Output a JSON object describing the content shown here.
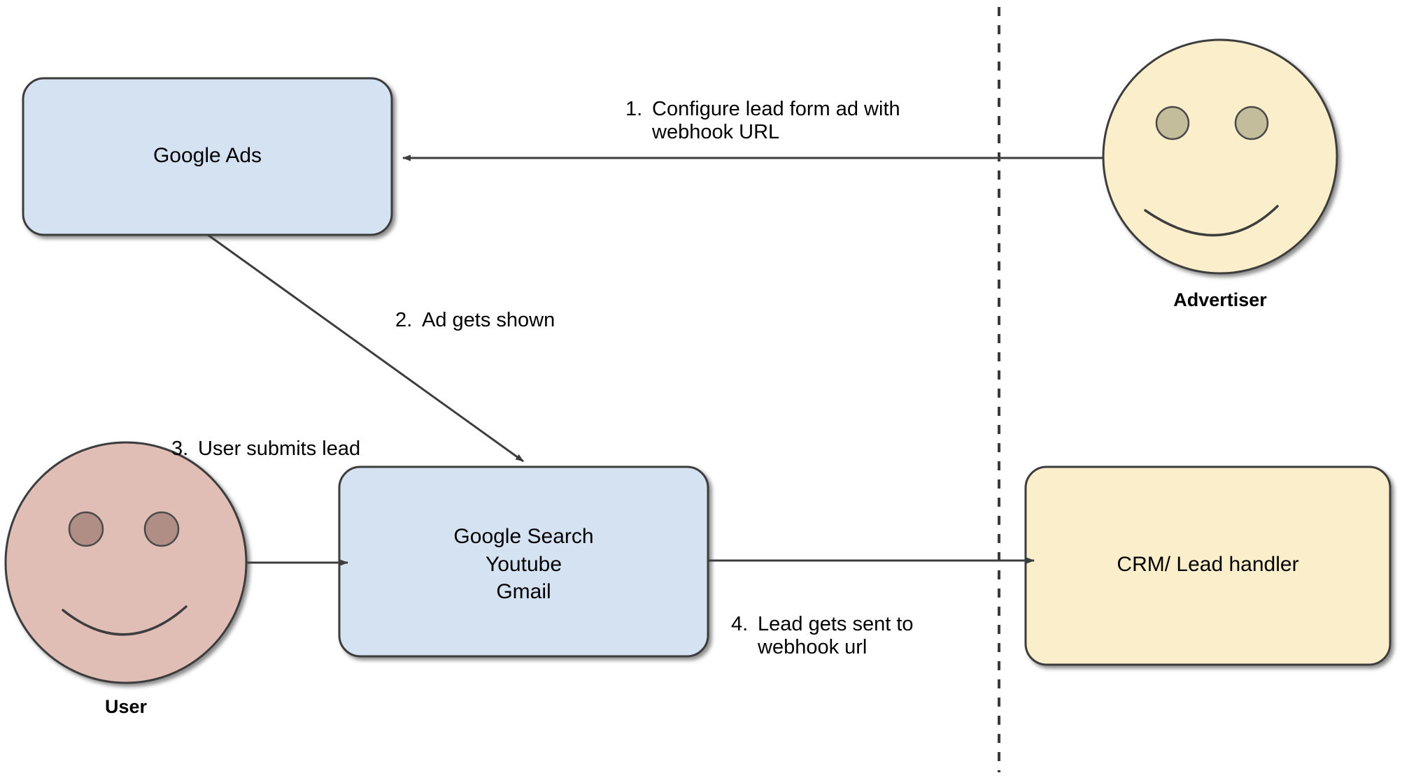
{
  "diagram": {
    "title": "Google Ads lead form webhook flow",
    "background": "#ffffff",
    "divider": {
      "name": "vertical-dashed-divider",
      "style": "dashed",
      "color": "#3a3a3a"
    },
    "colors": {
      "blue_fill": "#d4e2f1",
      "blue_stroke": "#3d3d3d",
      "cream_fill": "#fbeeca",
      "cream_stroke": "#3d3d3d",
      "face_pink_fill": "#e0bdb5",
      "face_pink_eye": "#b08d85",
      "face_cream_fill": "#fbeeca",
      "face_cream_eye": "#c3bd9c",
      "line": "#3d3d3d",
      "text": "#000000"
    }
  },
  "nodes": {
    "google_ads": {
      "label": "Google Ads",
      "shape": "rounded-rect",
      "fill": "blue"
    },
    "google_properties": {
      "label": "Google Search\nYoutube\nGmail",
      "shape": "rounded-rect",
      "fill": "blue"
    },
    "crm": {
      "label": "CRM/ Lead handler",
      "shape": "rounded-rect",
      "fill": "cream"
    },
    "advertiser": {
      "label": "Advertiser",
      "shape": "smiley-circle",
      "fill": "cream"
    },
    "user": {
      "label": "User",
      "shape": "smiley-circle",
      "fill": "pink"
    }
  },
  "edges": [
    {
      "id": "step1",
      "number": "1.",
      "text": "Configure lead form ad with\nwebhook URL",
      "from": "advertiser",
      "to": "google_ads",
      "direction": "left"
    },
    {
      "id": "step2",
      "number": "2.",
      "text": "Ad gets shown",
      "from": "google_ads",
      "to": "google_properties",
      "direction": "diagonal-down-right"
    },
    {
      "id": "step3",
      "number": "3.",
      "text": "User submits lead",
      "from": "user",
      "to": "google_properties",
      "direction": "right"
    },
    {
      "id": "step4",
      "number": "4.",
      "text": "Lead gets sent to\nwebhook url",
      "from": "google_properties",
      "to": "crm",
      "direction": "right"
    }
  ]
}
